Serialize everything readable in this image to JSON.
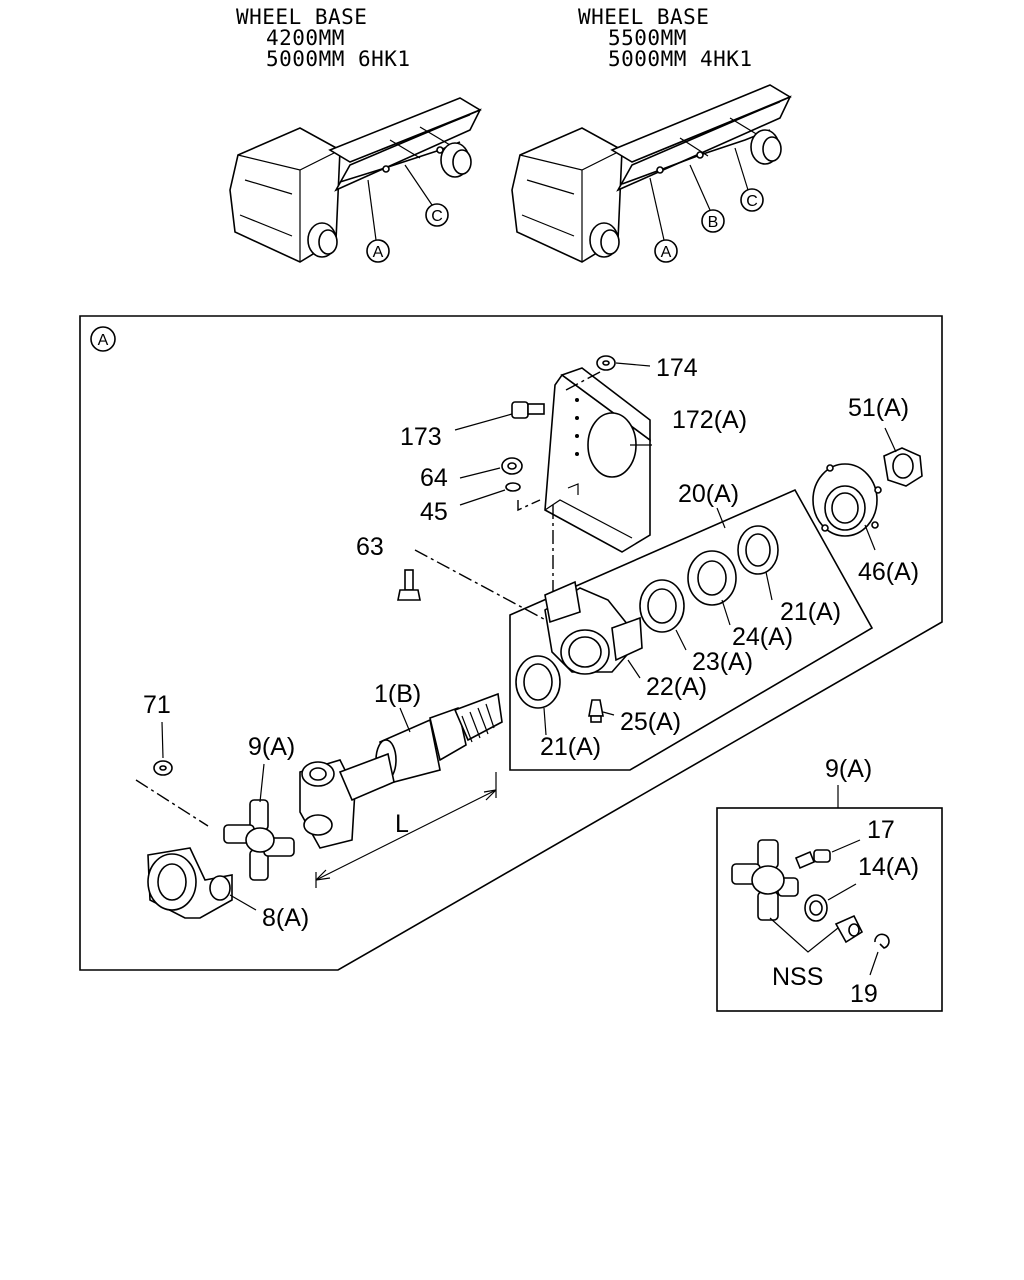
{
  "header_left": {
    "line1": "WHEEL BASE",
    "line2": "4200MM",
    "line3": "5000MM 6HK1"
  },
  "header_right": {
    "line1": "WHEEL BASE",
    "line2": "5500MM",
    "line3": "5000MM 4HK1"
  },
  "truck_left_callouts": {
    "a": "A",
    "c": "C"
  },
  "truck_right_callouts": {
    "a": "A",
    "b": "B",
    "c": "C"
  },
  "main_panel": {
    "view_label": "A",
    "parts": {
      "p174": "174",
      "p173": "173",
      "p172": "172(A)",
      "p64": "64",
      "p45": "45",
      "p63": "63",
      "p51": "51(A)",
      "p20": "20(A)",
      "p46": "46(A)",
      "p21_right": "21(A)",
      "p24": "24(A)",
      "p23": "23(A)",
      "p22": "22(A)",
      "p25": "25(A)",
      "p21_left": "21(A)",
      "p1": "1(B)",
      "p71": "71",
      "p9": "9(A)",
      "p8": "8(A)",
      "length": "L"
    }
  },
  "detail_panel": {
    "title": "9(A)",
    "parts": {
      "p17": "17",
      "p14": "14(A)",
      "p19": "19",
      "nss": "NSS"
    }
  }
}
